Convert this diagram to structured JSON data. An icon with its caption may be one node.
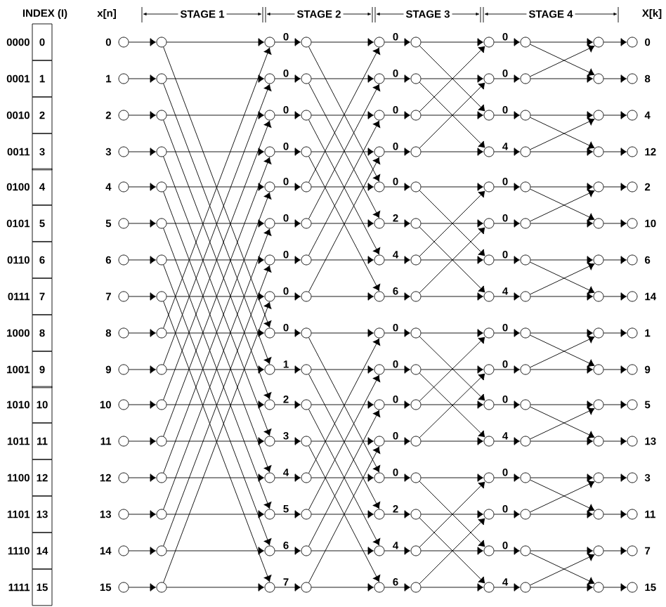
{
  "diagram": {
    "nodes": [
      {
        "text": [],
        "shape": "circle",
        "beside": [
          "0"
        ]
      },
      {
        "text": [],
        "shape": "circle",
        "beside": [
          "1"
        ]
      },
      {
        "text": [],
        "shape": "circle",
        "beside": [
          "2"
        ]
      },
      {
        "text": [],
        "shape": "circle",
        "beside": [
          "3"
        ]
      },
      {
        "text": [],
        "shape": "circle",
        "beside": [
          "4"
        ]
      },
      {
        "text": [],
        "shape": "circle",
        "beside": [
          "5"
        ]
      },
      {
        "text": [],
        "shape": "circle",
        "beside": [
          "6"
        ]
      },
      {
        "text": [],
        "shape": "circle",
        "beside": [
          "7"
        ]
      },
      {
        "text": [],
        "shape": "circle",
        "beside": [
          "8"
        ]
      },
      {
        "text": [],
        "shape": "circle",
        "beside": [
          "9"
        ]
      },
      {
        "text": [],
        "shape": "circle",
        "beside": [
          "10"
        ]
      },
      {
        "text": [],
        "shape": "circle",
        "beside": [
          "11"
        ]
      },
      {
        "text": [],
        "shape": "circle",
        "beside": [
          "12"
        ]
      },
      {
        "text": [],
        "shape": "circle",
        "beside": [
          "13"
        ]
      },
      {
        "text": [],
        "shape": "circle",
        "beside": [
          "14"
        ]
      },
      {
        "text": [],
        "shape": "circle",
        "beside": [
          "15"
        ]
      },
      {
        "text": [],
        "shape": "circle"
      },
      {
        "text": [],
        "shape": "circle"
      },
      {
        "text": [],
        "shape": "circle"
      },
      {
        "text": [],
        "shape": "circle"
      },
      {
        "text": [],
        "shape": "circle"
      },
      {
        "text": [],
        "shape": "circle"
      },
      {
        "text": [],
        "shape": "circle"
      },
      {
        "text": [],
        "shape": "circle"
      },
      {
        "text": [],
        "shape": "circle"
      },
      {
        "text": [],
        "shape": "circle"
      },
      {
        "text": [],
        "shape": "circle"
      },
      {
        "text": [],
        "shape": "circle"
      },
      {
        "text": [],
        "shape": "circle"
      },
      {
        "text": [],
        "shape": "circle"
      },
      {
        "text": [],
        "shape": "circle"
      },
      {
        "text": [],
        "shape": "circle"
      },
      {
        "text": [],
        "shape": "circle"
      },
      {
        "text": [],
        "shape": "circle"
      },
      {
        "text": [],
        "shape": "circle"
      },
      {
        "text": [],
        "shape": "circle"
      },
      {
        "text": [],
        "shape": "circle"
      },
      {
        "text": [],
        "shape": "circle"
      },
      {
        "text": [],
        "shape": "circle"
      },
      {
        "text": [],
        "shape": "circle"
      },
      {
        "text": [],
        "shape": "circle"
      },
      {
        "text": [],
        "shape": "circle"
      },
      {
        "text": [],
        "shape": "circle"
      },
      {
        "text": [],
        "shape": "circle"
      },
      {
        "text": [],
        "shape": "circle"
      },
      {
        "text": [],
        "shape": "circle"
      },
      {
        "text": [],
        "shape": "circle"
      },
      {
        "text": [],
        "shape": "circle"
      },
      {
        "text": [],
        "shape": "circle"
      },
      {
        "text": [],
        "shape": "circle"
      },
      {
        "text": [],
        "shape": "circle"
      },
      {
        "text": [],
        "shape": "circle"
      },
      {
        "text": [],
        "shape": "circle"
      },
      {
        "text": [],
        "shape": "circle"
      },
      {
        "text": [],
        "shape": "circle"
      },
      {
        "text": [],
        "shape": "circle"
      },
      {
        "text": [],
        "shape": "circle"
      },
      {
        "text": [],
        "shape": "circle"
      },
      {
        "text": [],
        "shape": "circle"
      },
      {
        "text": [],
        "shape": "circle"
      },
      {
        "text": [],
        "shape": "circle"
      },
      {
        "text": [],
        "shape": "circle"
      },
      {
        "text": [],
        "shape": "circle"
      },
      {
        "text": [],
        "shape": "circle"
      },
      {
        "text": [],
        "shape": "circle"
      },
      {
        "text": [],
        "shape": "circle"
      },
      {
        "text": [],
        "shape": "circle"
      },
      {
        "text": [],
        "shape": "circle"
      },
      {
        "text": [],
        "shape": "circle"
      },
      {
        "text": [],
        "shape": "circle"
      },
      {
        "text": [],
        "shape": "circle"
      },
      {
        "text": [],
        "shape": "circle"
      },
      {
        "text": [],
        "shape": "circle"
      },
      {
        "text": [],
        "shape": "circle"
      },
      {
        "text": [],
        "shape": "circle"
      },
      {
        "text": [],
        "shape": "circle"
      },
      {
        "text": [],
        "shape": "circle"
      },
      {
        "text": [],
        "shape": "circle"
      },
      {
        "text": [],
        "shape": "circle"
      },
      {
        "text": [],
        "shape": "circle"
      },
      {
        "text": [],
        "shape": "circle"
      },
      {
        "text": [],
        "shape": "circle"
      },
      {
        "text": [],
        "shape": "circle"
      },
      {
        "text": [],
        "shape": "circle"
      },
      {
        "text": [],
        "shape": "circle"
      },
      {
        "text": [],
        "shape": "circle"
      },
      {
        "text": [],
        "shape": "circle"
      },
      {
        "text": [],
        "shape": "circle"
      },
      {
        "text": [],
        "shape": "circle"
      },
      {
        "text": [],
        "shape": "circle"
      },
      {
        "text": [],
        "shape": "circle"
      },
      {
        "text": [],
        "shape": "circle"
      },
      {
        "text": [],
        "shape": "circle"
      },
      {
        "text": [],
        "shape": "circle"
      },
      {
        "text": [],
        "shape": "circle"
      },
      {
        "text": [],
        "shape": "circle"
      },
      {
        "text": [],
        "shape": "circle"
      },
      {
        "text": [],
        "shape": "circle"
      },
      {
        "text": [],
        "shape": "circle"
      },
      {
        "text": [],
        "shape": "circle"
      },
      {
        "text": [],
        "shape": "circle"
      },
      {
        "text": [],
        "shape": "circle"
      },
      {
        "text": [],
        "shape": "circle"
      },
      {
        "text": [],
        "shape": "circle"
      },
      {
        "text": [],
        "shape": "circle"
      },
      {
        "text": [],
        "shape": "circle"
      },
      {
        "text": [],
        "shape": "circle"
      },
      {
        "text": [],
        "shape": "circle"
      },
      {
        "text": [],
        "shape": "circle"
      },
      {
        "text": [],
        "shape": "circle"
      },
      {
        "text": [],
        "shape": "circle"
      },
      {
        "text": [],
        "shape": "circle"
      },
      {
        "text": [],
        "shape": "circle"
      },
      {
        "text": [],
        "shape": "circle"
      },
      {
        "text": [],
        "shape": "circle"
      },
      {
        "text": [],
        "shape": "circle"
      },
      {
        "text": [],
        "shape": "circle"
      },
      {
        "text": [],
        "shape": "circle"
      },
      {
        "text": [],
        "shape": "circle"
      },
      {
        "text": [],
        "shape": "circle"
      },
      {
        "text": [],
        "shape": "circle"
      },
      {
        "text": [],
        "shape": "circle"
      },
      {
        "text": [],
        "shape": "circle"
      },
      {
        "text": [],
        "shape": "circle"
      },
      {
        "text": [],
        "shape": "circle"
      },
      {
        "text": [],
        "shape": "circle"
      },
      {
        "text": [],
        "shape": "circle"
      },
      {
        "text": [],
        "shape": "circle"
      },
      {
        "text": [],
        "shape": "circle"
      },
      {
        "text": [],
        "shape": "circle"
      },
      {
        "text": [],
        "shape": "circle"
      },
      {
        "text": [],
        "shape": "circle"
      },
      {
        "text": [],
        "shape": "circle"
      },
      {
        "text": [],
        "shape": "circle"
      },
      {
        "text": [],
        "shape": "circle"
      },
      {
        "text": [],
        "shape": "circle"
      },
      {
        "text": [],
        "shape": "circle"
      },
      {
        "text": [],
        "shape": "circle"
      },
      {
        "text": [],
        "shape": "circle"
      },
      {
        "text": [],
        "shape": "circle"
      },
      {
        "text": [],
        "shape": "circle"
      },
      {
        "text": [],
        "shape": "circle"
      },
      {
        "text": [],
        "shape": "circle"
      },
      {
        "text": [],
        "shape": "circle"
      },
      {
        "text": [],
        "shape": "circle",
        "beside": [
          "0"
        ]
      },
      {
        "text": [],
        "shape": "circle",
        "beside": [
          "8"
        ]
      },
      {
        "text": [],
        "shape": "circle",
        "beside": [
          "4"
        ]
      },
      {
        "text": [],
        "shape": "circle",
        "beside": [
          "12"
        ]
      },
      {
        "text": [],
        "shape": "circle",
        "beside": [
          "2"
        ]
      },
      {
        "text": [],
        "shape": "circle",
        "beside": [
          "10"
        ]
      },
      {
        "text": [],
        "shape": "circle",
        "beside": [
          "6"
        ]
      },
      {
        "text": [],
        "shape": "circle",
        "beside": [
          "14"
        ]
      },
      {
        "text": [],
        "shape": "circle",
        "beside": [
          "1"
        ]
      },
      {
        "text": [],
        "shape": "circle",
        "beside": [
          "9"
        ]
      },
      {
        "text": [],
        "shape": "circle",
        "beside": [
          "5"
        ]
      },
      {
        "text": [],
        "shape": "circle",
        "beside": [
          "13"
        ]
      },
      {
        "text": [],
        "shape": "circle",
        "beside": [
          "3"
        ]
      },
      {
        "text": [],
        "shape": "circle",
        "beside": [
          "11"
        ]
      },
      {
        "text": [],
        "shape": "circle",
        "beside": [
          "7"
        ]
      },
      {
        "text": [],
        "shape": "circle",
        "beside": [
          "15"
        ]
      }
    ],
    "edges": [
      {
        "from": 0,
        "to": 16,
        "arrow": "to"
      },
      {
        "from": 1,
        "to": 17,
        "arrow": "to"
      },
      {
        "from": 2,
        "to": 18,
        "arrow": "to"
      },
      {
        "from": 3,
        "to": 19,
        "arrow": "to"
      },
      {
        "from": 4,
        "to": 20,
        "arrow": "to"
      },
      {
        "from": 5,
        "to": 21,
        "arrow": "to"
      },
      {
        "from": 6,
        "to": 22,
        "arrow": "to"
      },
      {
        "from": 7,
        "to": 23,
        "arrow": "to"
      },
      {
        "from": 8,
        "to": 24,
        "arrow": "to"
      },
      {
        "from": 9,
        "to": 25,
        "arrow": "to"
      },
      {
        "from": 10,
        "to": 26,
        "arrow": "to"
      },
      {
        "from": 11,
        "to": 27,
        "arrow": "to"
      },
      {
        "from": 12,
        "to": 28,
        "arrow": "to"
      },
      {
        "from": 13,
        "to": 29,
        "arrow": "to"
      },
      {
        "from": 14,
        "to": 30,
        "arrow": "to"
      },
      {
        "from": 15,
        "to": 31,
        "arrow": "to"
      },
      {
        "from": 16,
        "to": 32,
        "arrow": "to"
      },
      {
        "from": 16,
        "to": 40,
        "arrow": "to"
      },
      {
        "from": 17,
        "to": 33,
        "arrow": "to"
      },
      {
        "from": 17,
        "to": 41,
        "arrow": "to"
      },
      {
        "from": 18,
        "to": 34,
        "arrow": "to"
      },
      {
        "from": 18,
        "to": 42,
        "arrow": "to"
      },
      {
        "from": 19,
        "to": 35,
        "arrow": "to"
      },
      {
        "from": 19,
        "to": 43,
        "arrow": "to"
      },
      {
        "from": 20,
        "to": 36,
        "arrow": "to"
      },
      {
        "from": 20,
        "to": 44,
        "arrow": "to"
      },
      {
        "from": 21,
        "to": 37,
        "arrow": "to"
      },
      {
        "from": 21,
        "to": 45,
        "arrow": "to"
      },
      {
        "from": 22,
        "to": 38,
        "arrow": "to"
      },
      {
        "from": 22,
        "to": 46,
        "arrow": "to"
      },
      {
        "from": 23,
        "to": 39,
        "arrow": "to"
      },
      {
        "from": 23,
        "to": 47,
        "arrow": "to"
      },
      {
        "from": 24,
        "to": 40,
        "arrow": "to"
      },
      {
        "from": 24,
        "to": 32,
        "arrow": "to"
      },
      {
        "from": 25,
        "to": 41,
        "arrow": "to"
      },
      {
        "from": 25,
        "to": 33,
        "arrow": "to"
      },
      {
        "from": 26,
        "to": 42,
        "arrow": "to"
      },
      {
        "from": 26,
        "to": 34,
        "arrow": "to"
      },
      {
        "from": 27,
        "to": 43,
        "arrow": "to"
      },
      {
        "from": 27,
        "to": 35,
        "arrow": "to"
      },
      {
        "from": 28,
        "to": 44,
        "arrow": "to"
      },
      {
        "from": 28,
        "to": 36,
        "arrow": "to"
      },
      {
        "from": 29,
        "to": 45,
        "arrow": "to"
      },
      {
        "from": 29,
        "to": 37,
        "arrow": "to"
      },
      {
        "from": 30,
        "to": 46,
        "arrow": "to"
      },
      {
        "from": 30,
        "to": 38,
        "arrow": "to"
      },
      {
        "from": 31,
        "to": 47,
        "arrow": "to"
      },
      {
        "from": 31,
        "to": 39,
        "arrow": "to"
      },
      {
        "from": 32,
        "to": 48,
        "arrow": "to",
        "label": "0"
      },
      {
        "from": 33,
        "to": 49,
        "arrow": "to",
        "label": "0"
      },
      {
        "from": 34,
        "to": 50,
        "arrow": "to",
        "label": "0"
      },
      {
        "from": 35,
        "to": 51,
        "arrow": "to",
        "label": "0"
      },
      {
        "from": 36,
        "to": 52,
        "arrow": "to",
        "label": "0"
      },
      {
        "from": 37,
        "to": 53,
        "arrow": "to",
        "label": "0"
      },
      {
        "from": 38,
        "to": 54,
        "arrow": "to",
        "label": "0"
      },
      {
        "from": 39,
        "to": 55,
        "arrow": "to",
        "label": "0"
      },
      {
        "from": 40,
        "to": 56,
        "arrow": "to",
        "label": "0"
      },
      {
        "from": 41,
        "to": 57,
        "arrow": "to",
        "label": "1"
      },
      {
        "from": 42,
        "to": 58,
        "arrow": "to",
        "label": "2"
      },
      {
        "from": 43,
        "to": 59,
        "arrow": "to",
        "label": "3"
      },
      {
        "from": 44,
        "to": 60,
        "arrow": "to",
        "label": "4"
      },
      {
        "from": 45,
        "to": 61,
        "arrow": "to",
        "label": "5"
      },
      {
        "from": 46,
        "to": 62,
        "arrow": "to",
        "label": "6"
      },
      {
        "from": 47,
        "to": 63,
        "arrow": "to",
        "label": "7"
      },
      {
        "from": 48,
        "to": 64,
        "arrow": "to"
      },
      {
        "from": 48,
        "to": 68,
        "arrow": "to"
      },
      {
        "from": 49,
        "to": 65,
        "arrow": "to"
      },
      {
        "from": 49,
        "to": 69,
        "arrow": "to"
      },
      {
        "from": 50,
        "to": 66,
        "arrow": "to"
      },
      {
        "from": 50,
        "to": 70,
        "arrow": "to"
      },
      {
        "from": 51,
        "to": 67,
        "arrow": "to"
      },
      {
        "from": 51,
        "to": 71,
        "arrow": "to"
      },
      {
        "from": 52,
        "to": 68,
        "arrow": "to"
      },
      {
        "from": 52,
        "to": 64,
        "arrow": "to"
      },
      {
        "from": 53,
        "to": 69,
        "arrow": "to"
      },
      {
        "from": 53,
        "to": 65,
        "arrow": "to"
      },
      {
        "from": 54,
        "to": 70,
        "arrow": "to"
      },
      {
        "from": 54,
        "to": 66,
        "arrow": "to"
      },
      {
        "from": 55,
        "to": 71,
        "arrow": "to"
      },
      {
        "from": 55,
        "to": 67,
        "arrow": "to"
      },
      {
        "from": 56,
        "to": 72,
        "arrow": "to"
      },
      {
        "from": 56,
        "to": 76,
        "arrow": "to"
      },
      {
        "from": 57,
        "to": 73,
        "arrow": "to"
      },
      {
        "from": 57,
        "to": 77,
        "arrow": "to"
      },
      {
        "from": 58,
        "to": 74,
        "arrow": "to"
      },
      {
        "from": 58,
        "to": 78,
        "arrow": "to"
      },
      {
        "from": 59,
        "to": 75,
        "arrow": "to"
      },
      {
        "from": 59,
        "to": 79,
        "arrow": "to"
      },
      {
        "from": 60,
        "to": 76,
        "arrow": "to"
      },
      {
        "from": 60,
        "to": 72,
        "arrow": "to"
      },
      {
        "from": 61,
        "to": 77,
        "arrow": "to"
      },
      {
        "from": 61,
        "to": 73,
        "arrow": "to"
      },
      {
        "from": 62,
        "to": 78,
        "arrow": "to"
      },
      {
        "from": 62,
        "to": 74,
        "arrow": "to"
      },
      {
        "from": 63,
        "to": 79,
        "arrow": "to"
      },
      {
        "from": 63,
        "to": 75,
        "arrow": "to"
      },
      {
        "from": 64,
        "to": 80,
        "arrow": "to",
        "label": "0"
      },
      {
        "from": 65,
        "to": 81,
        "arrow": "to",
        "label": "0"
      },
      {
        "from": 66,
        "to": 82,
        "arrow": "to",
        "label": "0"
      },
      {
        "from": 67,
        "to": 83,
        "arrow": "to",
        "label": "0"
      },
      {
        "from": 68,
        "to": 84,
        "arrow": "to",
        "label": "0"
      },
      {
        "from": 69,
        "to": 85,
        "arrow": "to",
        "label": "2"
      },
      {
        "from": 70,
        "to": 86,
        "arrow": "to",
        "label": "4"
      },
      {
        "from": 71,
        "to": 87,
        "arrow": "to",
        "label": "6"
      },
      {
        "from": 72,
        "to": 88,
        "arrow": "to",
        "label": "0"
      },
      {
        "from": 73,
        "to": 89,
        "arrow": "to",
        "label": "0"
      },
      {
        "from": 74,
        "to": 90,
        "arrow": "to",
        "label": "0"
      },
      {
        "from": 75,
        "to": 91,
        "arrow": "to",
        "label": "0"
      },
      {
        "from": 76,
        "to": 92,
        "arrow": "to",
        "label": "0"
      },
      {
        "from": 77,
        "to": 93,
        "arrow": "to",
        "label": "2"
      },
      {
        "from": 78,
        "to": 94,
        "arrow": "to",
        "label": "4"
      },
      {
        "from": 79,
        "to": 95,
        "arrow": "to",
        "label": "6"
      },
      {
        "from": 80,
        "to": 96,
        "arrow": "to"
      },
      {
        "from": 80,
        "to": 98,
        "arrow": "to"
      },
      {
        "from": 81,
        "to": 97,
        "arrow": "to"
      },
      {
        "from": 81,
        "to": 99,
        "arrow": "to"
      },
      {
        "from": 82,
        "to": 98,
        "arrow": "to"
      },
      {
        "from": 82,
        "to": 96,
        "arrow": "to"
      },
      {
        "from": 83,
        "to": 99,
        "arrow": "to"
      },
      {
        "from": 83,
        "to": 97,
        "arrow": "to"
      },
      {
        "from": 84,
        "to": 100,
        "arrow": "to"
      },
      {
        "from": 84,
        "to": 102,
        "arrow": "to"
      },
      {
        "from": 85,
        "to": 101,
        "arrow": "to"
      },
      {
        "from": 85,
        "to": 103,
        "arrow": "to"
      },
      {
        "from": 86,
        "to": 102,
        "arrow": "to"
      },
      {
        "from": 86,
        "to": 100,
        "arrow": "to"
      },
      {
        "from": 87,
        "to": 103,
        "arrow": "to"
      },
      {
        "from": 87,
        "to": 101,
        "arrow": "to"
      },
      {
        "from": 88,
        "to": 104,
        "arrow": "to"
      },
      {
        "from": 88,
        "to": 106,
        "arrow": "to"
      },
      {
        "from": 89,
        "to": 105,
        "arrow": "to"
      },
      {
        "from": 89,
        "to": 107,
        "arrow": "to"
      },
      {
        "from": 90,
        "to": 106,
        "arrow": "to"
      },
      {
        "from": 90,
        "to": 104,
        "arrow": "to"
      },
      {
        "from": 91,
        "to": 107,
        "arrow": "to"
      },
      {
        "from": 91,
        "to": 105,
        "arrow": "to"
      },
      {
        "from": 92,
        "to": 108,
        "arrow": "to"
      },
      {
        "from": 92,
        "to": 110,
        "arrow": "to"
      },
      {
        "from": 93,
        "to": 109,
        "arrow": "to"
      },
      {
        "from": 93,
        "to": 111,
        "arrow": "to"
      },
      {
        "from": 94,
        "to": 110,
        "arrow": "to"
      },
      {
        "from": 94,
        "to": 108,
        "arrow": "to"
      },
      {
        "from": 95,
        "to": 111,
        "arrow": "to"
      },
      {
        "from": 95,
        "to": 109,
        "arrow": "to"
      },
      {
        "from": 96,
        "to": 112,
        "arrow": "to",
        "label": "0"
      },
      {
        "from": 97,
        "to": 113,
        "arrow": "to",
        "label": "0"
      },
      {
        "from": 98,
        "to": 114,
        "arrow": "to",
        "label": "0"
      },
      {
        "from": 99,
        "to": 115,
        "arrow": "to",
        "label": "4"
      },
      {
        "from": 100,
        "to": 116,
        "arrow": "to",
        "label": "0"
      },
      {
        "from": 101,
        "to": 117,
        "arrow": "to",
        "label": "0"
      },
      {
        "from": 102,
        "to": 118,
        "arrow": "to",
        "label": "0"
      },
      {
        "from": 103,
        "to": 119,
        "arrow": "to",
        "label": "4"
      },
      {
        "from": 104,
        "to": 120,
        "arrow": "to",
        "label": "0"
      },
      {
        "from": 105,
        "to": 121,
        "arrow": "to",
        "label": "0"
      },
      {
        "from": 106,
        "to": 122,
        "arrow": "to",
        "label": "0"
      },
      {
        "from": 107,
        "to": 123,
        "arrow": "to",
        "label": "4"
      },
      {
        "from": 108,
        "to": 124,
        "arrow": "to",
        "label": "0"
      },
      {
        "from": 109,
        "to": 125,
        "arrow": "to",
        "label": "0"
      },
      {
        "from": 110,
        "to": 126,
        "arrow": "to",
        "label": "0"
      },
      {
        "from": 111,
        "to": 127,
        "arrow": "to",
        "label": "4"
      },
      {
        "from": 112,
        "to": 128,
        "arrow": "to"
      },
      {
        "from": 112,
        "to": 129,
        "arrow": "to"
      },
      {
        "from": 113,
        "to": 129,
        "arrow": "to"
      },
      {
        "from": 113,
        "to": 128,
        "arrow": "to"
      },
      {
        "from": 114,
        "to": 130,
        "arrow": "to"
      },
      {
        "from": 114,
        "to": 131,
        "arrow": "to"
      },
      {
        "from": 115,
        "to": 131,
        "arrow": "to"
      },
      {
        "from": 115,
        "to": 130,
        "arrow": "to"
      },
      {
        "from": 116,
        "to": 132,
        "arrow": "to"
      },
      {
        "from": 116,
        "to": 133,
        "arrow": "to"
      },
      {
        "from": 117,
        "to": 133,
        "arrow": "to"
      },
      {
        "from": 117,
        "to": 132,
        "arrow": "to"
      },
      {
        "from": 118,
        "to": 134,
        "arrow": "to"
      },
      {
        "from": 118,
        "to": 135,
        "arrow": "to"
      },
      {
        "from": 119,
        "to": 135,
        "arrow": "to"
      },
      {
        "from": 119,
        "to": 134,
        "arrow": "to"
      },
      {
        "from": 120,
        "to": 136,
        "arrow": "to"
      },
      {
        "from": 120,
        "to": 137,
        "arrow": "to"
      },
      {
        "from": 121,
        "to": 137,
        "arrow": "to"
      },
      {
        "from": 121,
        "to": 136,
        "arrow": "to"
      },
      {
        "from": 122,
        "to": 138,
        "arrow": "to"
      },
      {
        "from": 122,
        "to": 139,
        "arrow": "to"
      },
      {
        "from": 123,
        "to": 139,
        "arrow": "to"
      },
      {
        "from": 123,
        "to": 138,
        "arrow": "to"
      },
      {
        "from": 124,
        "to": 140,
        "arrow": "to"
      },
      {
        "from": 124,
        "to": 141,
        "arrow": "to"
      },
      {
        "from": 125,
        "to": 141,
        "arrow": "to"
      },
      {
        "from": 125,
        "to": 140,
        "arrow": "to"
      },
      {
        "from": 126,
        "to": 142,
        "arrow": "to"
      },
      {
        "from": 126,
        "to": 143,
        "arrow": "to"
      },
      {
        "from": 127,
        "to": 143,
        "arrow": "to"
      },
      {
        "from": 127,
        "to": 142,
        "arrow": "to"
      },
      {
        "from": 128,
        "to": 144,
        "arrow": "to"
      },
      {
        "from": 129,
        "to": 145,
        "arrow": "to"
      },
      {
        "from": 130,
        "to": 146,
        "arrow": "to"
      },
      {
        "from": 131,
        "to": 147,
        "arrow": "to"
      },
      {
        "from": 132,
        "to": 148,
        "arrow": "to"
      },
      {
        "from": 133,
        "to": 149,
        "arrow": "to"
      },
      {
        "from": 134,
        "to": 150,
        "arrow": "to"
      },
      {
        "from": 135,
        "to": 151,
        "arrow": "to"
      },
      {
        "from": 136,
        "to": 152,
        "arrow": "to"
      },
      {
        "from": 137,
        "to": 153,
        "arrow": "to"
      },
      {
        "from": 138,
        "to": 154,
        "arrow": "to"
      },
      {
        "from": 139,
        "to": 155,
        "arrow": "to"
      },
      {
        "from": 140,
        "to": 156,
        "arrow": "to"
      },
      {
        "from": 141,
        "to": 157,
        "arrow": "to"
      },
      {
        "from": 142,
        "to": 158,
        "arrow": "to"
      },
      {
        "from": 143,
        "to": 159,
        "arrow": "to"
      }
    ],
    "labels": [
      "INDEX (I)",
      "x[n]",
      "STAGE 1",
      "STAGE 2",
      "STAGE 3",
      "STAGE 4",
      "X[k]",
      "0000",
      "0",
      "0001",
      "1",
      "0010",
      "2",
      "0011",
      "3",
      "0100",
      "4",
      "0101",
      "5",
      "0110",
      "6",
      "0111",
      "7",
      "1000",
      "8",
      "1001",
      "9",
      "1010",
      "10",
      "1011",
      "11",
      "1100",
      "12",
      "1101",
      "13",
      "1110",
      "14",
      "1111",
      "15"
    ]
  }
}
